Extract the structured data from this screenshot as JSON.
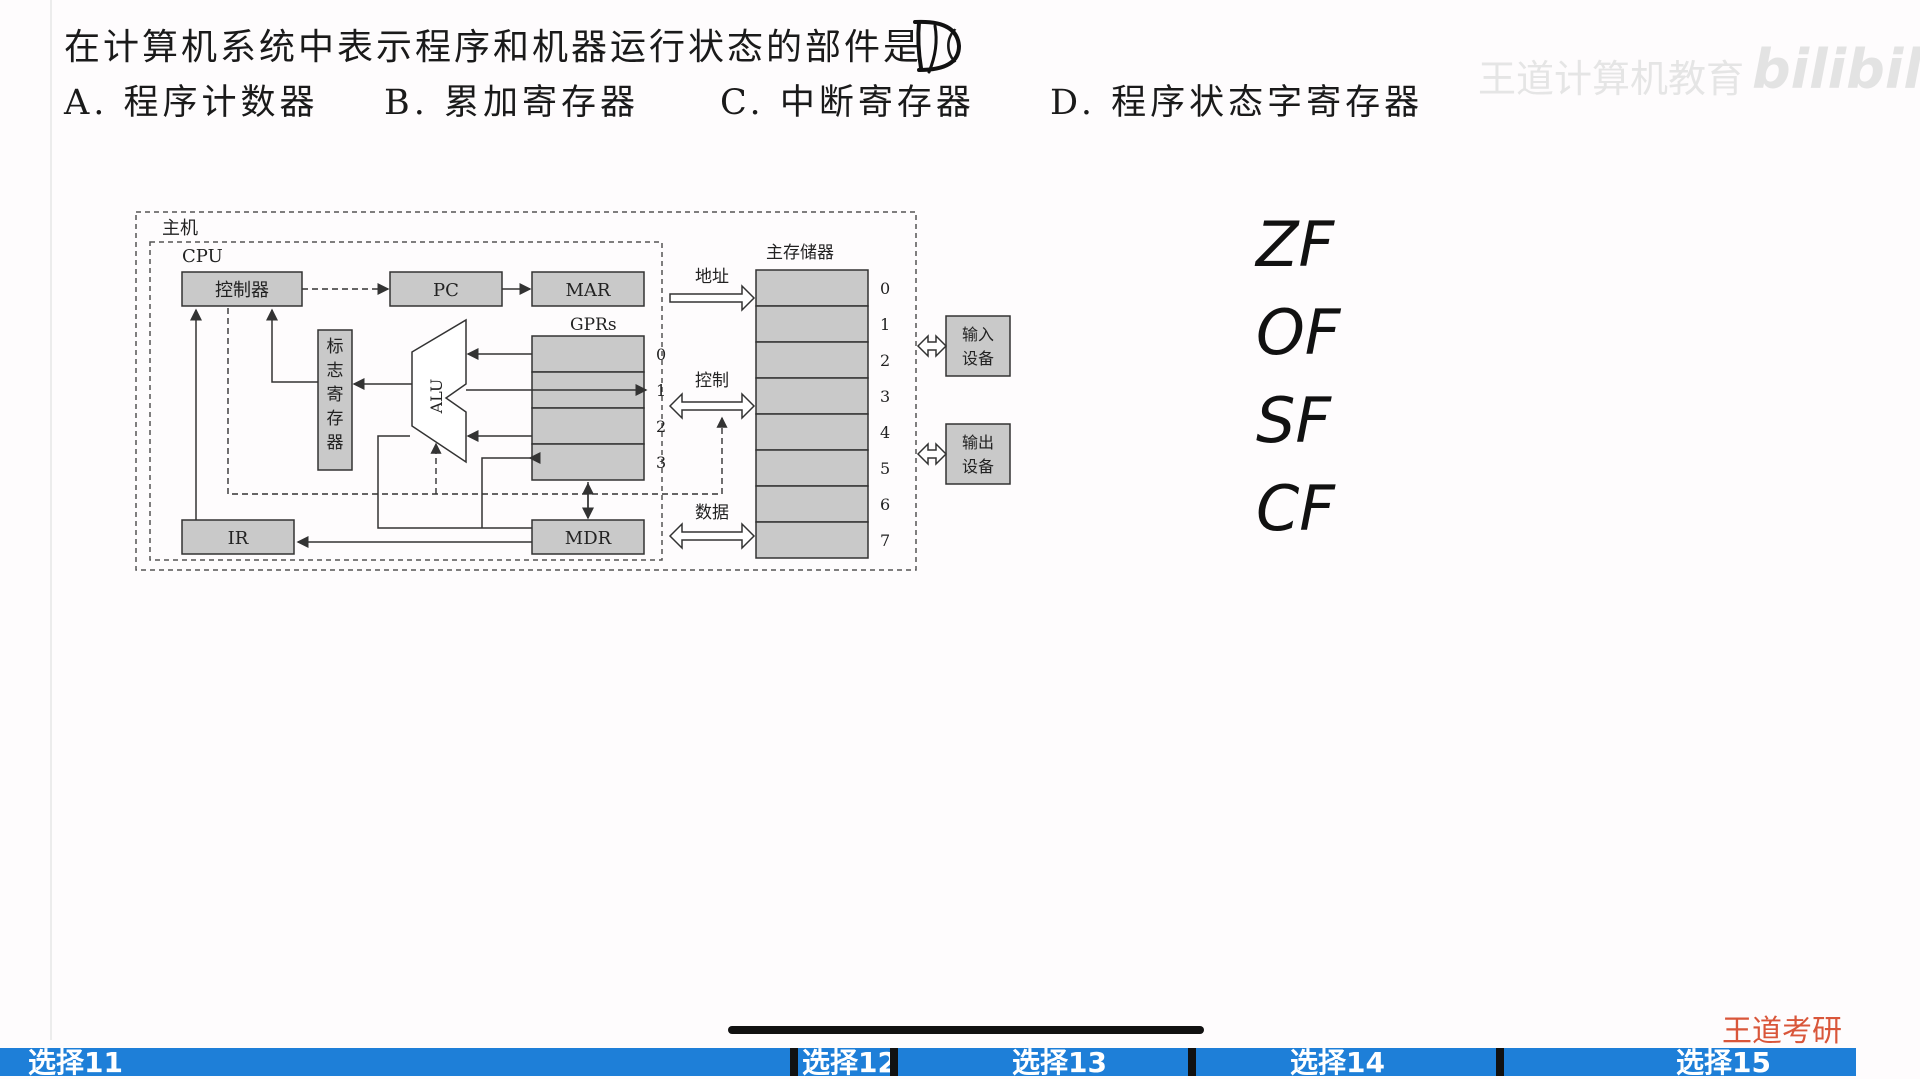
{
  "question": {
    "text": "在计算机系统中表示程序和机器运行状态的部件是（",
    "close_paren": "）",
    "handwritten_answer": "D",
    "options": [
      {
        "key": "A.",
        "text": "程序计数器"
      },
      {
        "key": "B.",
        "text": "累加寄存器"
      },
      {
        "key": "C.",
        "text": "中断寄存器"
      },
      {
        "key": "D.",
        "text": "程序状态字寄存器"
      }
    ]
  },
  "watermark": {
    "text": "王道计算机教育",
    "logo": "bilibili"
  },
  "diagram": {
    "host_label": "主机",
    "cpu_label": "CPU",
    "controller": "控制器",
    "pc": "PC",
    "mar": "MAR",
    "gprs": "GPRs",
    "gpr_indices": [
      "0",
      "1",
      "2",
      "3"
    ],
    "alu": "ALU",
    "flag_register": [
      "标",
      "志",
      "寄",
      "存",
      "器"
    ],
    "ir": "IR",
    "mdr": "MDR",
    "main_memory": "主存储器",
    "memory_indices": [
      "0",
      "1",
      "2",
      "3",
      "4",
      "5",
      "6",
      "7"
    ],
    "bus_address": "地址",
    "bus_control": "控制",
    "bus_data": "数据",
    "input_device": [
      "输入",
      "设备"
    ],
    "output_device": [
      "输出",
      "设备"
    ]
  },
  "handwritten_notes": [
    "ZF",
    "OF",
    "SF",
    "CF"
  ],
  "brand": "王道考研",
  "chapters": [
    "选择11",
    "选择12",
    "选择13",
    "选择14",
    "选择15"
  ],
  "colors": {
    "chapter_bar": "#1e7fd8",
    "brand": "#d9563a",
    "box_fill": "#c9c9c9"
  }
}
